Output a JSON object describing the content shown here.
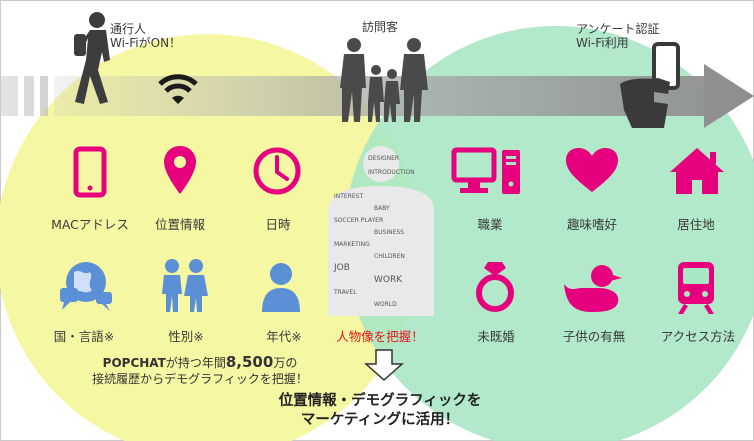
{
  "people_labels": {
    "passerby": "通行人\nWi-FiがON！",
    "visitor": "訪問客",
    "survey": "アンケート認証\nWi-Fi利用"
  },
  "left_items": [
    {
      "label": "MACアドレス",
      "icon": "smartphone-icon"
    },
    {
      "label": "位置情報",
      "icon": "location-pin-icon"
    },
    {
      "label": "日時",
      "icon": "clock-icon"
    },
    {
      "label": "国・言語※",
      "icon": "globe-chat-icon"
    },
    {
      "label": "性別※",
      "icon": "couple-icon"
    },
    {
      "label": "年代※",
      "icon": "person-icon"
    }
  ],
  "center_label": "人物像を把握！",
  "right_items": [
    {
      "label": "職業",
      "icon": "computer-icon"
    },
    {
      "label": "趣味嗜好",
      "icon": "heart-icon"
    },
    {
      "label": "居住地",
      "icon": "house-icon"
    },
    {
      "label": "未既婚",
      "icon": "ring-icon"
    },
    {
      "label": "子供の有無",
      "icon": "rubber-duck-icon"
    },
    {
      "label": "アクセス方法",
      "icon": "train-icon"
    }
  ],
  "bottom_caption": {
    "brand": "POPCHAT",
    "part1": "が持つ年間",
    "number": "8,500",
    "part2": "万の",
    "line2": "接続履歴からデモグラフィックを把握！"
  },
  "conclusion": {
    "line1": "位置情報・デモグラフィックを",
    "line2": "マーケティングに活用！"
  },
  "collage_words": [
    "INTEREST",
    "BABY",
    "SOCCER PLAYER",
    "BUSINESS",
    "MARKETING",
    "CHILDREN",
    "JOB",
    "WORK",
    "TRAVEL",
    "WORLD",
    "DESIGNER",
    "INTRODUCTION"
  ],
  "colors": {
    "magenta": "#e6007e",
    "yellow_circle": "#f6f7a2",
    "green_circle": "#a9e7c4",
    "red_text": "#e8141e",
    "icon_blue": "#5b8fd6"
  }
}
